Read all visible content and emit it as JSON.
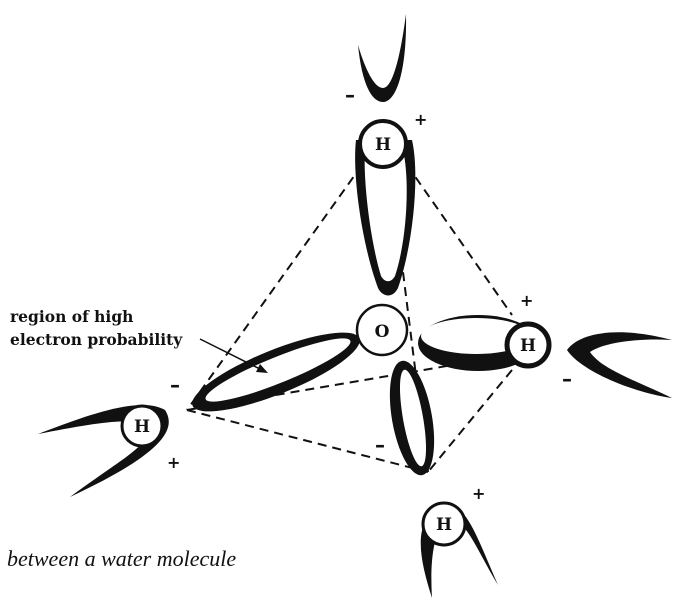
{
  "atoms": {
    "oxygen": "O",
    "hydrogen": "H"
  },
  "charges": {
    "positive": "+",
    "negative": "–"
  },
  "callout": {
    "line1": "region of high",
    "line2": "electron probability"
  },
  "caption": "between a water molecule",
  "colors": {
    "ink": "#111111",
    "background": "#ffffff"
  }
}
